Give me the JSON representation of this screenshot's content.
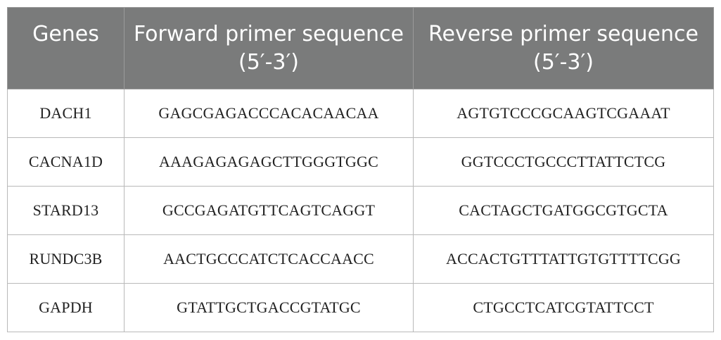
{
  "table": {
    "headers": [
      "Genes",
      "Forward primer sequence (5′-3′)",
      "Reverse primer sequence (5′-3′)"
    ],
    "rows": [
      [
        "DACH1",
        "GAGCGAGACCCACACAACAA",
        "AGTGTCCCGCAAGTCGAAAT"
      ],
      [
        "CACNA1D",
        "AAAGAGAGAGCTTGGGTGGC",
        "GGTCCCTGCCCTTATTCTCG"
      ],
      [
        "STARD13",
        "GCCGAGATGTTCAGTCAGGT",
        "CACTAGCTGATGGCGTGCTA"
      ],
      [
        "RUNDC3B",
        "AACTGCCCATCTCACCAACC",
        "ACCACTGTTTATTGTGTTTTCGG"
      ],
      [
        "GAPDH",
        "GTATTGCTGACCGTATGC",
        "CTGCCTCATCGTATTCCT"
      ]
    ]
  }
}
